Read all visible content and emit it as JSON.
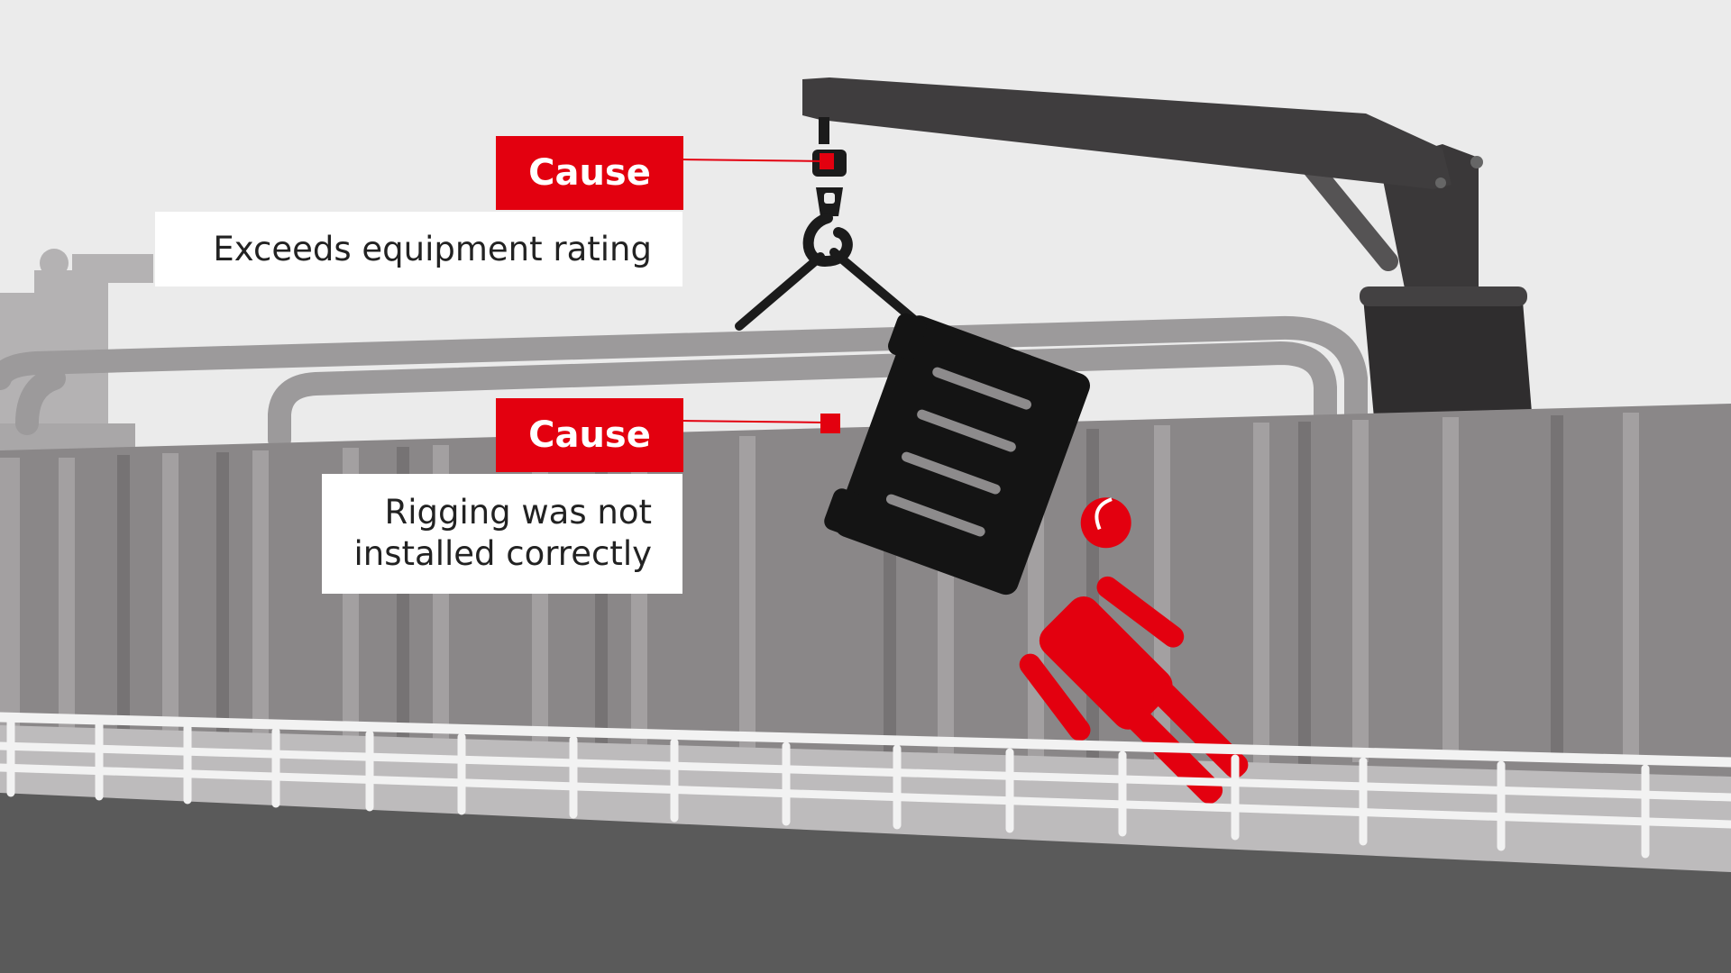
{
  "colors": {
    "accent": "#e3000f",
    "sky": "#ebebeb",
    "bulkhead": "#8a8788",
    "deck": "#5a5a5a",
    "crane": "#3f3d3e"
  },
  "icons": {
    "crane": "crane-icon",
    "hook": "hook-icon",
    "load": "suspended-load-icon",
    "worker": "fallen-worker-icon"
  },
  "callouts": [
    {
      "tag": "Cause",
      "text": "Exceeds equipment rating"
    },
    {
      "tag": "Cause",
      "text_lines": [
        "Rigging was not",
        "installed correctly"
      ]
    }
  ]
}
